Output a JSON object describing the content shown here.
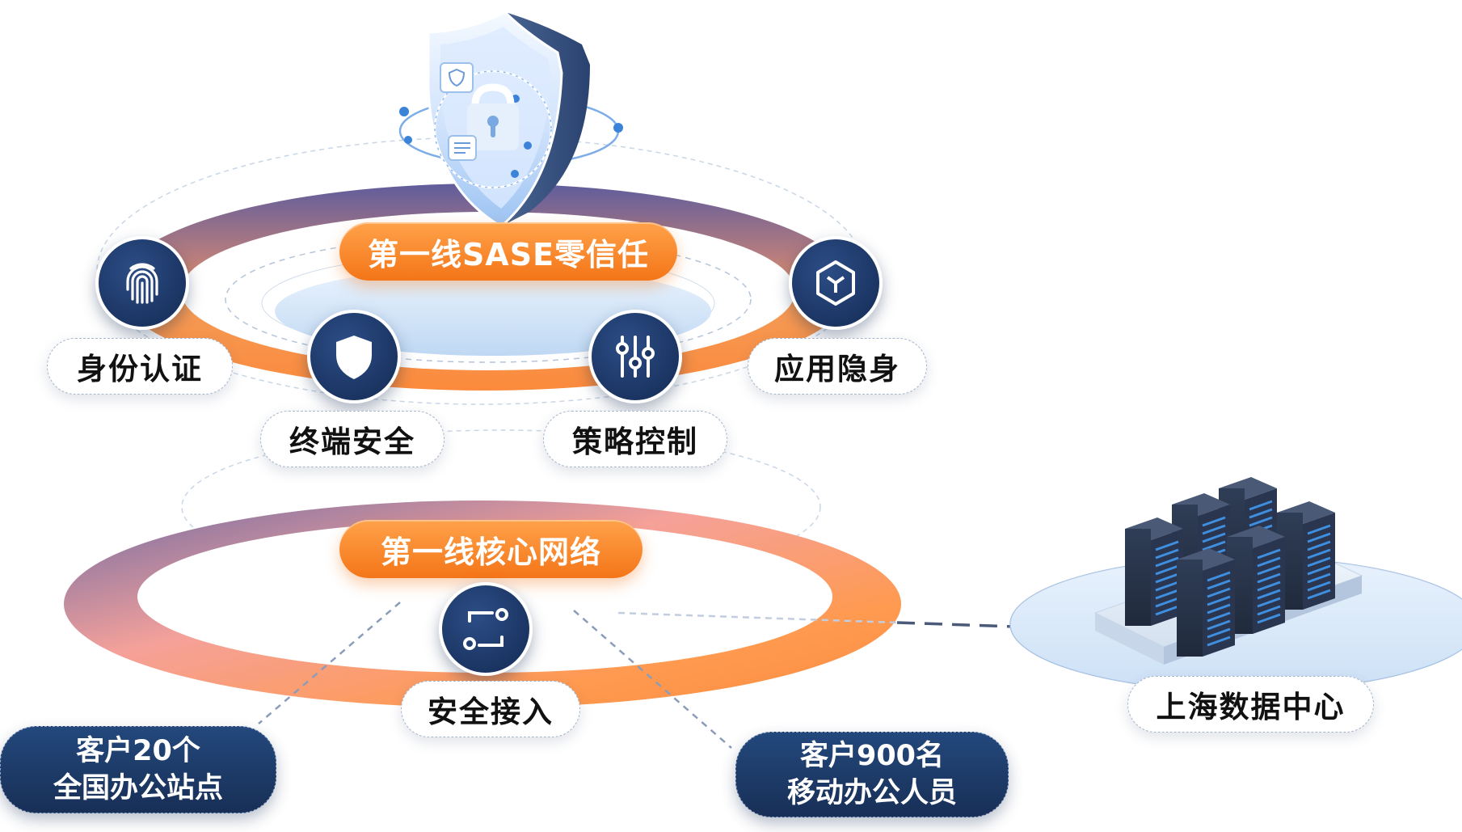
{
  "top_ring": {
    "label": "第一线SASE零信任"
  },
  "core_ring": {
    "label": "第一线核心网络"
  },
  "features": [
    {
      "label": "身份认证",
      "icon": "fingerprint-icon"
    },
    {
      "label": "终端安全",
      "icon": "shield-icon"
    },
    {
      "label": "策略控制",
      "icon": "sliders-icon"
    },
    {
      "label": "应用隐身",
      "icon": "cube-icon"
    },
    {
      "label": "安全接入",
      "icon": "access-icon"
    }
  ],
  "sites": {
    "line1": "客户20个",
    "line2": "全国办公站点"
  },
  "mobile": {
    "line1": "客户900名",
    "line2": "移动办公人员"
  },
  "datacenter": {
    "label": "上海数据中心",
    "icon": "server-rack-icon"
  },
  "colors": {
    "orange": "#f47518",
    "navy": "#1b3563",
    "purple": "#6e6aa5",
    "server_blue": "#3f8fe0"
  }
}
